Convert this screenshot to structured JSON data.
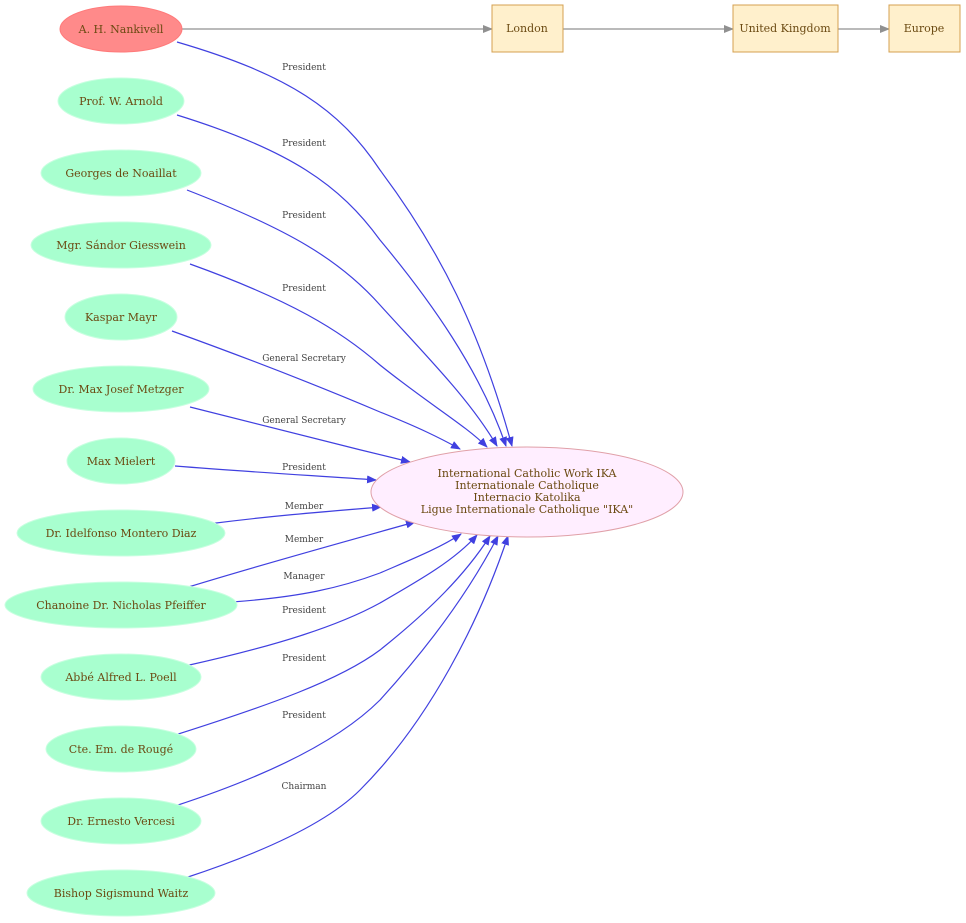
{
  "colors": {
    "root_fill": "#ff8a8a",
    "person_fill": "#a8ffcf",
    "person_stroke": "#c8ffe0",
    "place_fill": "#fff0cc",
    "place_stroke": "#d4a050",
    "center_fill": "#ffeeff",
    "center_stroke": "#e0a0a8",
    "blue_edge": "#4040e0",
    "gray_edge": "#909090",
    "text": "#6b4a12"
  },
  "root": {
    "name": "A. H. Nankivell",
    "role": "President"
  },
  "places": [
    "London",
    "United Kingdom",
    "Europe"
  ],
  "people": [
    {
      "name": "Prof. W. Arnold",
      "role": "President"
    },
    {
      "name": "Georges  de Noaillat",
      "role": "President"
    },
    {
      "name": "Mgr. Sándor Giesswein",
      "role": "President"
    },
    {
      "name": "Kaspar Mayr",
      "role": "General Secretary"
    },
    {
      "name": "Dr. Max Josef Metzger",
      "role": "General Secretary"
    },
    {
      "name": "Max Mielert",
      "role": "President"
    },
    {
      "name": "Dr. Idelfonso Montero Diaz",
      "role": "Member"
    },
    {
      "name": "Chanoine Dr. Nicholas Pfeiffer",
      "role": "Member"
    },
    {
      "name": "Chanoine Dr. Nicholas Pfeiffer",
      "role": "Manager"
    },
    {
      "name": "Abbé Alfred L. Poell",
      "role": "President"
    },
    {
      "name": "Cte. Em. de Rougé",
      "role": "President"
    },
    {
      "name": "Dr.  Ernesto Vercesi",
      "role": "President"
    },
    {
      "name": "Bishop Sigismund Waitz",
      "role": "Chairman"
    }
  ],
  "center": {
    "lines": [
      "International Catholic Work IKA",
      "Internationale Catholique",
      "Internacio Katolika",
      "Ligue Internationale Catholique \"IKA\""
    ]
  }
}
